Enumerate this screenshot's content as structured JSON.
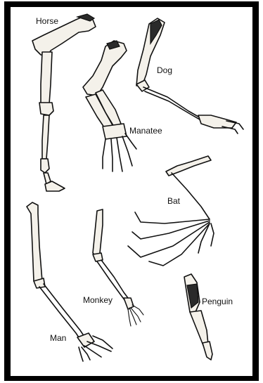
{
  "labels": {
    "horse": "Horse",
    "manatee": "Manatee",
    "dog": "Dog",
    "bat": "Bat",
    "monkey": "Monkey",
    "penguin": "Penguin",
    "man": "Man"
  }
}
